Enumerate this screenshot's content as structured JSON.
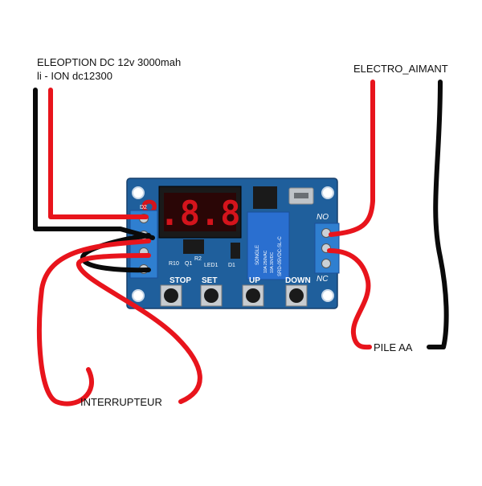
{
  "labels": {
    "battery_line1": "ELEOPTION DC 12v 3000mah",
    "battery_line2": " li - ION dc12300",
    "electromagnet": "ELECTRO_AIMANT",
    "battery_aa": "PILE AA",
    "switch": "INTERRUPTEUR"
  },
  "board": {
    "display_digits": "8.8.8.",
    "buttons": [
      "STOP",
      "SET",
      "UP",
      "DOWN"
    ],
    "relay_terminals": [
      "NO",
      "NC"
    ],
    "relay_text": [
      "SONGLE",
      "10A 250VAC",
      "10A 30VDC",
      "SRD-05VDC-SL-C"
    ],
    "component_labels": [
      "D2",
      "R10",
      "Q1",
      "R2",
      "LED1",
      "D1"
    ]
  },
  "colors": {
    "pcb": "#1f5f9c",
    "wire_red": "#e8141c",
    "wire_black": "#0a0a0a",
    "terminal": "#2f7fd0",
    "display": "#d4141c"
  }
}
